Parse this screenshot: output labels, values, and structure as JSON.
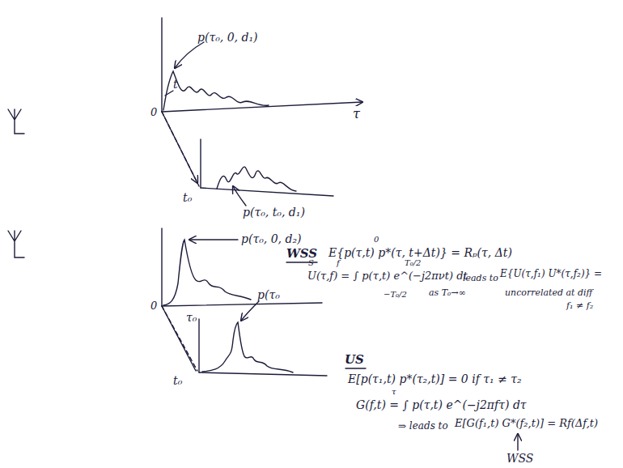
{
  "diagram": {
    "labels": [
      "p(τ₀, 0, d₁)",
      "τ",
      "t",
      "0",
      "t₀",
      "p(τ₀, t₀, d₁)",
      "p(τ₀, 0, d₂)",
      "0",
      "τ₀",
      "t₀",
      "p(τ₀",
      "WSS",
      "E{p(τ,t) p*(τ, t+Δt)} = Rₚ(τ, Δt)",
      "0",
      "S",
      "f",
      "U(τ,f) = ∫ p(τ,t) e^(−j2πνt) dt",
      "T₀/2",
      "−T₀/2",
      "as T₀→∞",
      "leads to",
      "E{U(τ,f₁) U*(τ,f₂)} =",
      "uncorrelated at diff",
      "f₁ ≠ f₂",
      "US",
      "E[p(τ₁,t) p*(τ₂,t)] = 0 if τ₁ ≠ τ₂",
      "G(f,t) = ∫ p(τ,t) e^(−j2πfτ) dτ",
      "τ",
      "⇒ leads to",
      "E[G(f₁,t) G*(f₂,t)] = Rf(Δf,t)",
      "WSS"
    ]
  }
}
